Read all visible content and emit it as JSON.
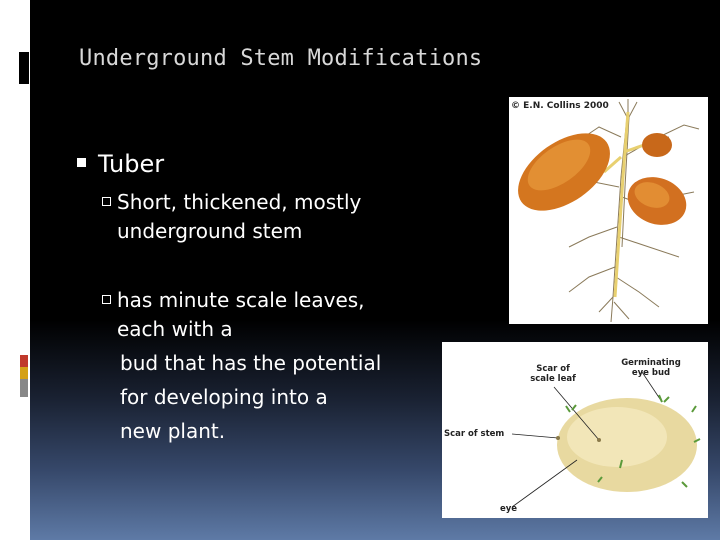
{
  "title": "Underground Stem Modifications",
  "bullet1": "Tuber",
  "sub1": "Short, thickened, mostly underground stem",
  "sub2": "has minute scale leaves, each with a",
  "continuation": [
    "bud that has the potential",
    "for developing into a",
    "new plant."
  ],
  "figure1": {
    "copyright": "E.N. Collins 2000"
  },
  "figure2": {
    "labels": {
      "scar_of_scale_leaf": "Scar of scale leaf",
      "germinating_eye_bud": "Germinating eye bud",
      "scar_of_stem": "Scar of stem",
      "eye": "eye"
    }
  },
  "colors": {
    "accent_red": "#c0392b",
    "accent_yellow": "#d4a017",
    "accent_gray": "#888888"
  }
}
